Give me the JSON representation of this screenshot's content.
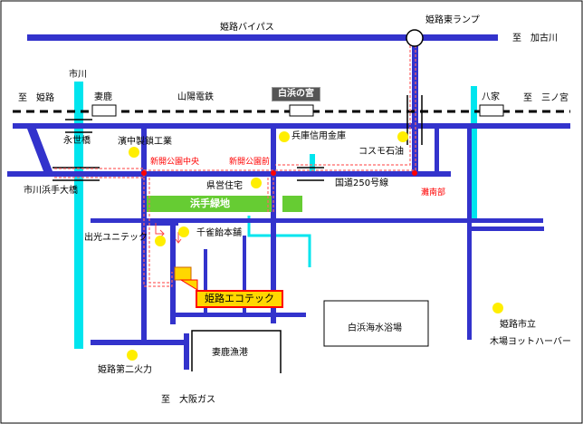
{
  "labels": {
    "bypass": "姫路バイパス",
    "higashi_ramp": "姫路東ランプ",
    "to_kakogawa": "至　加古川",
    "ichikawa": "市川",
    "to_himeji": "至　姫路",
    "shikama": "妻鹿",
    "sanyo": "山陽電鉄",
    "shirahama_station": "白浜の宮",
    "yaka": "八家",
    "to_sannomiya": "至　三ノ宮",
    "eiseibashi": "永世橋",
    "hamanaka": "濱中製鎖工業",
    "hyogo_shinkin": "兵庫信用金庫",
    "cosmo": "コスモ石油",
    "shinkai_chuo": "新開公園中央",
    "shinkai_mae": "新開公園前",
    "kenei": "県営住宅",
    "route250": "国道250号線",
    "nadaminami": "灘南部",
    "ichikawa_bridge": "市川浜手大橋",
    "hamate_green": "浜手緑地",
    "idemitsu": "出光ユニテック",
    "senjaku": "千雀飴本舗",
    "ecotech": "姫路エコテック",
    "beach": "白浜海水浴場",
    "shikama_port": "妻鹿漁港",
    "yacht_city": "姫路市立",
    "yacht_harbor": "木場ヨットハーバー",
    "thermal": "姫路第二火力",
    "to_osakagas": "至　大阪ガス"
  },
  "colors": {
    "road": "#3333cc",
    "river": "#00e5ee",
    "railway": "#000000",
    "green_area": "#66cc33",
    "landmark": "#ffee00",
    "route": "#ff6666",
    "highlight": "#ffd700"
  },
  "icons": [
    "interchange-icon",
    "station-icon",
    "landmark-dot-icon",
    "intersection-icon",
    "destination-marker-icon"
  ]
}
